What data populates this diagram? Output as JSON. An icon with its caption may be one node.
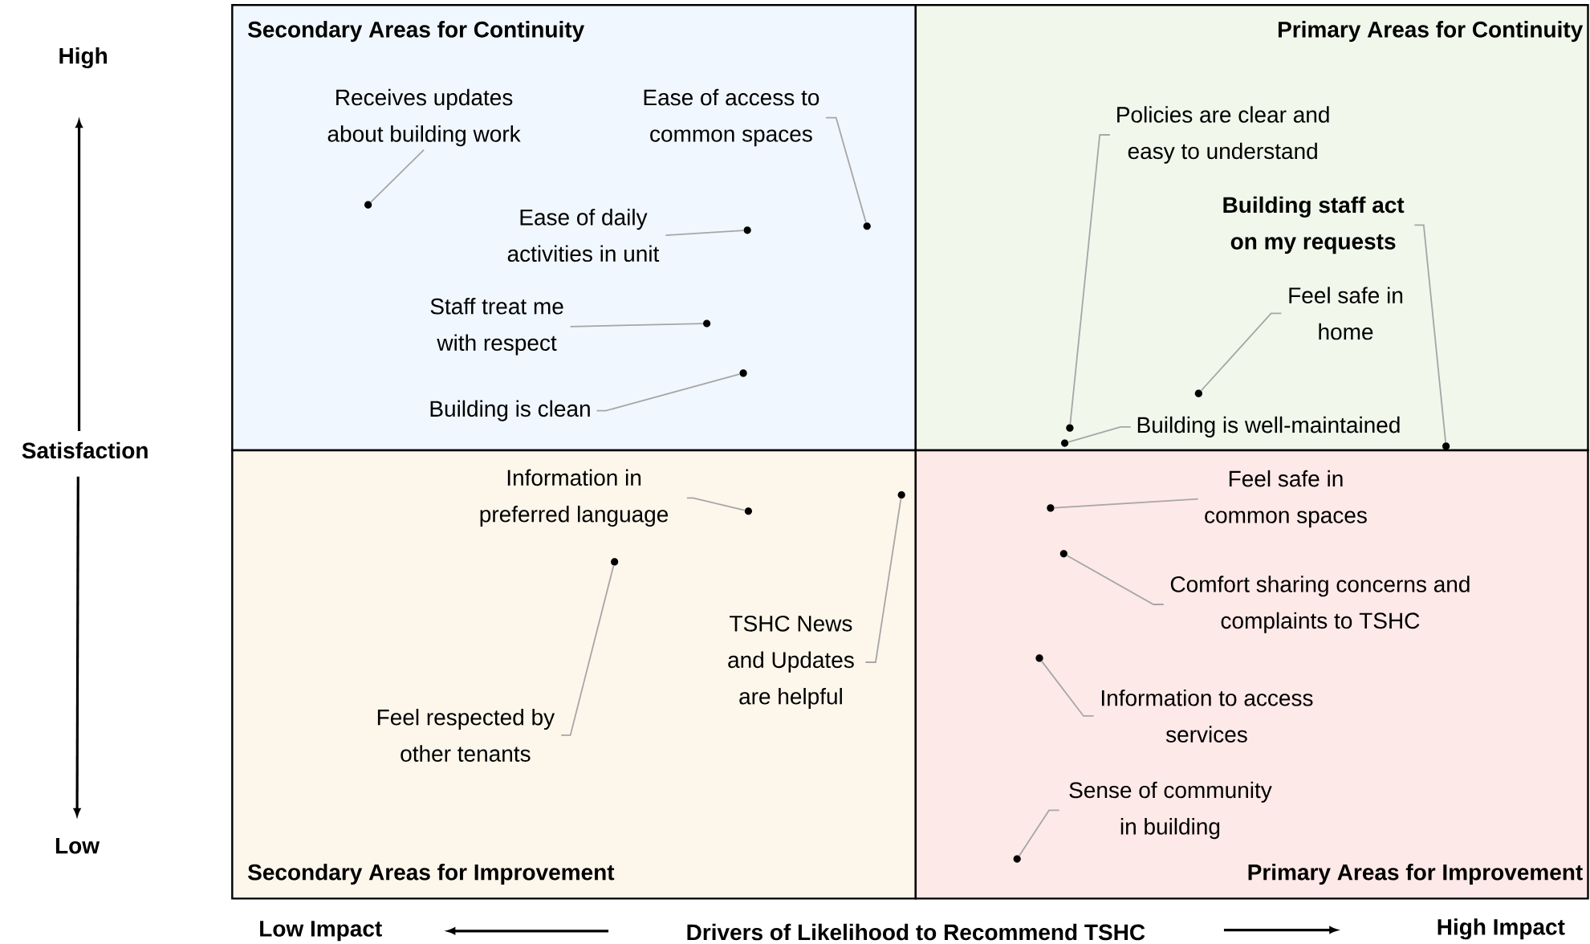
{
  "diagram": {
    "nodes": [
      {
        "text": [
          "Secondary Areas for Continuity"
        ]
      },
      {
        "text": [
          "Primary Areas for Continuity"
        ]
      },
      {
        "text": [
          "Secondary Areas for Improvement"
        ]
      },
      {
        "text": [
          "Primary Areas for Improvement"
        ]
      },
      {
        "text": [
          "Receives updates about building work"
        ],
        "in": 0
      },
      {
        "text": [
          "Ease of access to common spaces"
        ],
        "in": 0
      },
      {
        "text": [
          "Ease of daily activities in unit"
        ],
        "in": 0
      },
      {
        "text": [
          "Staff treat me with respect"
        ],
        "in": 0
      },
      {
        "text": [
          "Building is clean"
        ],
        "in": 0
      },
      {
        "text": [
          "Policies are clear and easy to understand"
        ],
        "in": 1
      },
      {
        "text": [
          "Building staff act on my requests"
        ],
        "in": 1
      },
      {
        "text": [
          "Feel safe in home"
        ],
        "in": 1
      },
      {
        "text": [
          "Building is well-maintained"
        ],
        "in": 1
      },
      {
        "text": [
          "Information in preferred language"
        ],
        "in": 2
      },
      {
        "text": [
          "Feel respected by other tenants"
        ],
        "in": 2
      },
      {
        "text": [
          "TSHC News and Updates are helpful"
        ],
        "in": 2
      },
      {
        "text": [
          "Feel safe in common spaces"
        ],
        "in": 3
      },
      {
        "text": [
          "Comfort sharing concerns and complaints to TSHC"
        ],
        "in": 3
      },
      {
        "text": [
          "Information to access services"
        ],
        "in": 3
      },
      {
        "text": [
          "Sense of community in building"
        ],
        "in": 3
      },
      {
        "text": [],
        "shape": "circle",
        "in": 0
      },
      {
        "text": [],
        "shape": "circle",
        "in": 0
      },
      {
        "text": [],
        "shape": "circle",
        "in": 0
      },
      {
        "text": [],
        "shape": "circle",
        "in": 0
      },
      {
        "text": [],
        "shape": "circle",
        "in": 0
      },
      {
        "text": [],
        "shape": "circle",
        "in": 1
      },
      {
        "text": [],
        "shape": "circle",
        "in": 1
      },
      {
        "text": [],
        "shape": "circle",
        "in": 1
      },
      {
        "text": [],
        "shape": "circle",
        "in": 1
      },
      {
        "text": [],
        "shape": "circle",
        "in": 2
      },
      {
        "text": [],
        "shape": "circle",
        "in": 3
      },
      {
        "text": [],
        "shape": "circle",
        "in": 2
      },
      {
        "text": [],
        "shape": "circle",
        "in": 3
      },
      {
        "text": [],
        "shape": "circle",
        "in": 2
      },
      {
        "text": [],
        "shape": "circle",
        "in": 3
      },
      {
        "text": [],
        "shape": "circle",
        "in": 3
      }
    ],
    "edges": [
      {
        "from": 4,
        "to": 20,
        "arrow": "none"
      },
      {
        "from": 5,
        "to": 21,
        "arrow": "none"
      },
      {
        "from": 6,
        "to": 22,
        "arrow": "none"
      },
      {
        "from": 7,
        "to": 23,
        "arrow": "none"
      },
      {
        "from": 8,
        "to": 24,
        "arrow": "none"
      },
      {
        "from": 9,
        "to": 26,
        "arrow": "none"
      },
      {
        "from": 10,
        "to": 28,
        "arrow": "none"
      },
      {
        "from": 11,
        "to": 25,
        "arrow": "none"
      },
      {
        "from": 12,
        "to": 27,
        "arrow": "none"
      },
      {
        "from": 13,
        "to": 31,
        "arrow": "none"
      },
      {
        "from": 14,
        "to": 33,
        "arrow": "none"
      },
      {
        "from": 15,
        "to": 29,
        "arrow": "none"
      },
      {
        "from": 16,
        "to": 30,
        "arrow": "none"
      },
      {
        "from": 17,
        "to": 32,
        "arrow": "none"
      },
      {
        "from": 18,
        "to": 34,
        "arrow": "none"
      },
      {
        "from": 19,
        "to": 35,
        "arrow": "none"
      }
    ],
    "labels": [
      "High",
      "Satisfaction",
      "Low",
      "Low Impact",
      "Drivers of Likelihood to Recommend TSHC",
      "High Impact"
    ]
  }
}
